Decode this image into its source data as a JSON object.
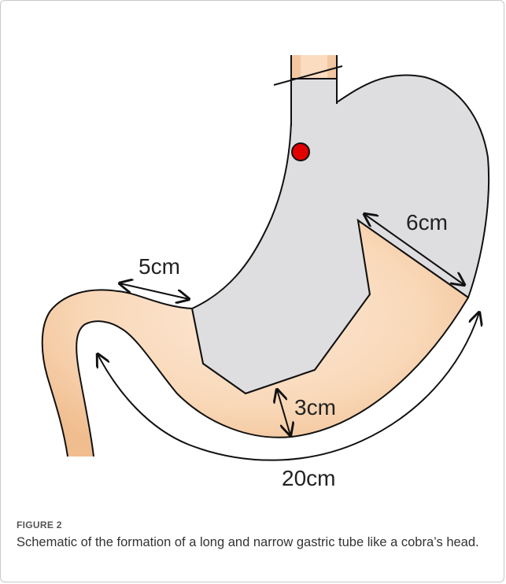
{
  "figure": {
    "label": "FIGURE 2",
    "caption": "Schematic of the formation of a long and narrow gastric tube like a cobra’s head."
  },
  "diagram": {
    "measurements": {
      "top_width": "6cm",
      "pyloric_length": "5cm",
      "tube_width": "3cm",
      "tube_length": "20cm"
    },
    "colors": {
      "stomach_remnant": "#dedde0",
      "gastric_tube_outer": "#f3c59c",
      "gastric_tube_inner": "#fde7d3",
      "marker": "#e00000",
      "outline": "#111111"
    }
  }
}
